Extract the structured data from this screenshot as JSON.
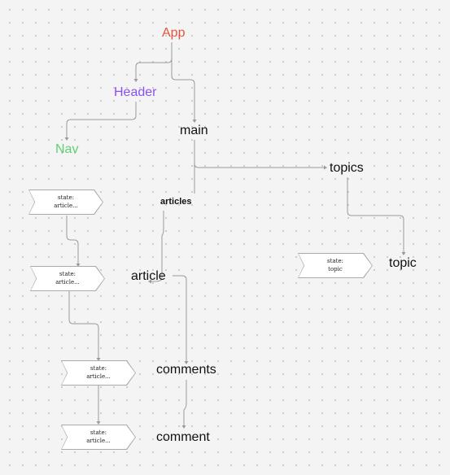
{
  "colors": {
    "app": "#e5533d",
    "header": "#8b4ff2",
    "nav": "#5fcf72",
    "text": "#111111",
    "connector": "#9a9a9a"
  },
  "nodes": {
    "app": "App",
    "header": "Header",
    "nav": "Nav",
    "main": "main",
    "topics": "topics",
    "topic": "topic",
    "articles": "articles",
    "article": "article",
    "comments": "comments",
    "comment": "comment"
  },
  "state_boxes": [
    {
      "label": "state:",
      "value": "article..."
    },
    {
      "label": "state:",
      "value": "article..."
    },
    {
      "label": "state:",
      "value": "article..."
    },
    {
      "label": "state:",
      "value": "article..."
    },
    {
      "label": "state:",
      "value": "topic"
    }
  ]
}
